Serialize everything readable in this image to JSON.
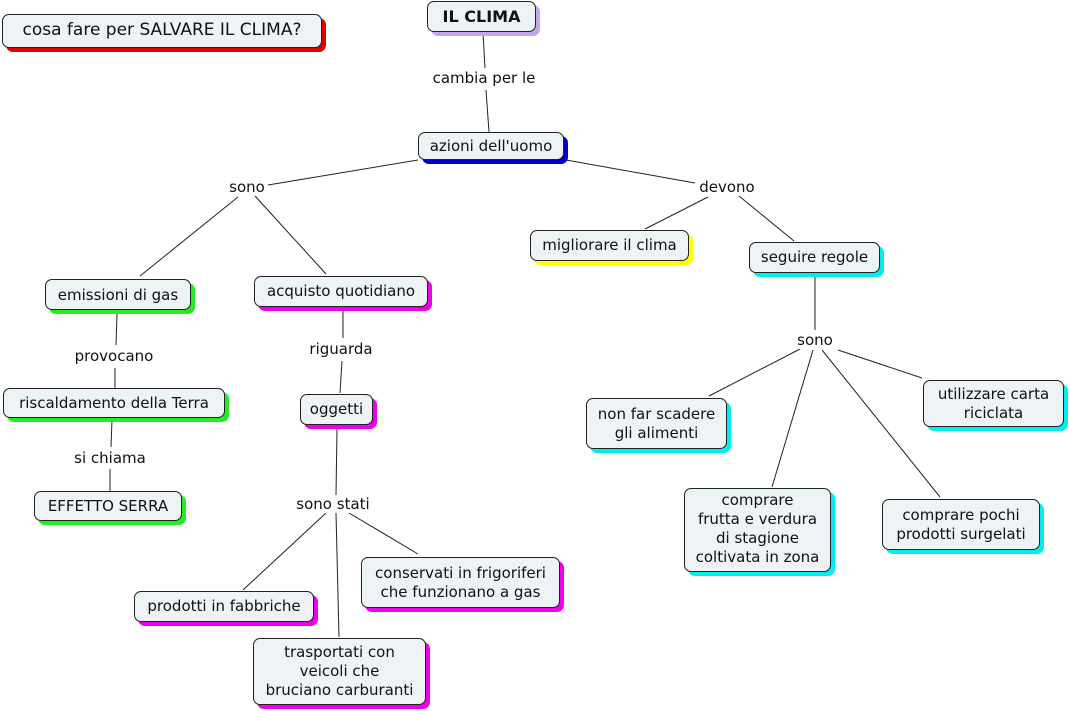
{
  "question": "cosa fare per SALVARE IL CLIMA?",
  "nodes": {
    "clima": "IL CLIMA",
    "azioni": "azioni dell'uomo",
    "emissioni": "emissioni di gas",
    "acquisto": "acquisto quotidiano",
    "riscaldamento": "riscaldamento della Terra",
    "effetto": "EFFETTO SERRA",
    "oggetti": "oggetti",
    "fabbriche": "prodotti in fabbriche",
    "trasportati": "trasportati con\nveicoli che\nbruciano carburanti",
    "conservati": "conservati in frigoriferi\nche funzionano a gas",
    "migliorare": "migliorare il clima",
    "seguire": "seguire regole",
    "scadere": "non far scadere\n gli alimenti",
    "frutta": "comprare\nfrutta e verdura\ndi stagione\ncoltivata in zona",
    "surgelati": "comprare pochi\n prodotti surgelati",
    "carta": "utilizzare carta\n riciclata"
  },
  "links": {
    "cambia": "cambia per le",
    "sono1": "sono",
    "devono": "devono",
    "provocano": "provocano",
    "si_chiama": "si chiama",
    "riguarda": "riguarda",
    "sono_stati": "sono stati",
    "sono2": "sono"
  },
  "colors": {
    "node_fill": "#eef3f5",
    "red": "#e00000",
    "purple": "#c4a6ee",
    "blue": "#0000cc",
    "green": "#22ee22",
    "magenta": "#ee00ee",
    "yellow": "#ffff00",
    "cyan": "#00eeee"
  }
}
